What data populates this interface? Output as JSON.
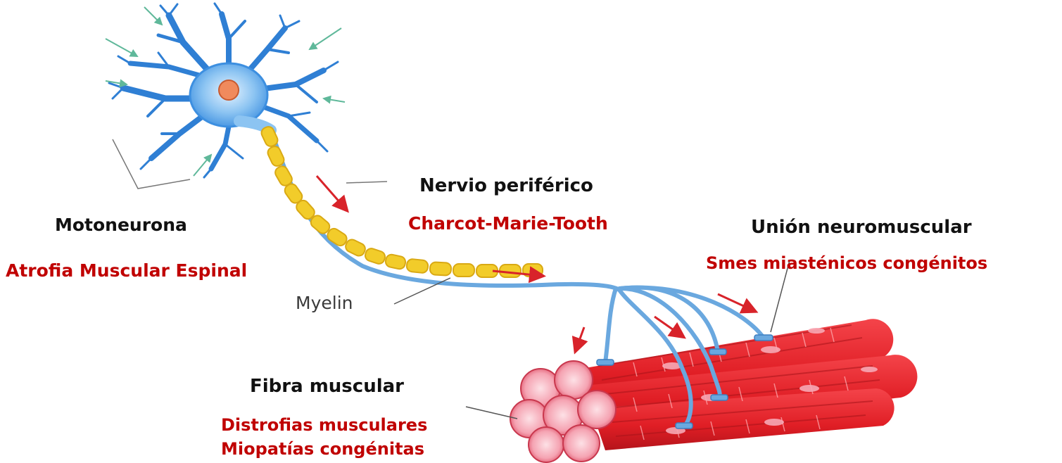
{
  "labels": {
    "motoneurona": "Motoneurona",
    "atrofia": "Atrofia Muscular Espinal",
    "nervio": "Nervio periférico",
    "charcot": "Charcot-Marie-Tooth",
    "union": "Unión neuromuscular",
    "smes": "Smes miasténicos congénitos",
    "fibra": "Fibra muscular",
    "distrofias": "Distrofias musculares",
    "miopatias": "Miopatías congénitas",
    "myelin": "Myelin"
  },
  "colors": {
    "disease_red": "#c00000",
    "title_black": "#111111",
    "neuron_blue": "#3d8fe0",
    "axon_blue": "#6aa8df",
    "myelin_yellow": "#f2cc2a",
    "muscle_red": "#e8262b",
    "arrow_red": "#d8232a"
  }
}
